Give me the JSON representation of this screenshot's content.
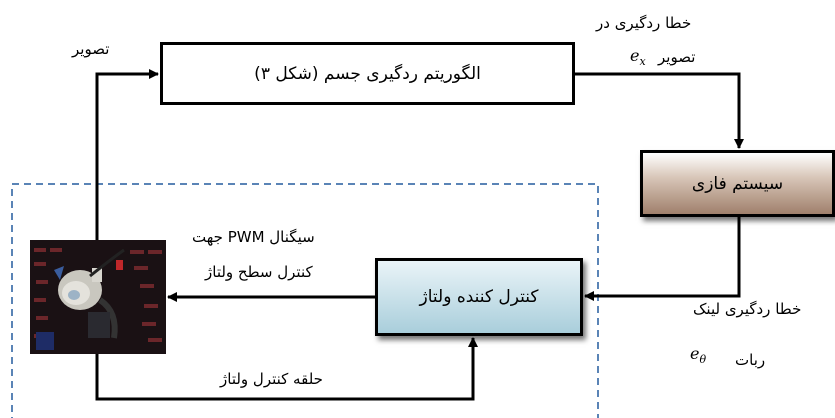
{
  "boxes": {
    "tracking_algorithm": "الگوریتم ردگیری جسم (شکل ۳)",
    "fuzzy_system": "سیستم فازی",
    "voltage_controller": "کنترل کننده ولتاژ"
  },
  "labels": {
    "image": "تصویر",
    "image_error_line1": "خطا ردگیری در",
    "image_error_line2": "تصویر",
    "image_error_symbol": "e",
    "image_error_sub": "x",
    "link_error_line1": "خطا ردگیری لینک",
    "link_error_line2": "ربات",
    "link_error_symbol": "e",
    "link_error_sub": "θ",
    "pwm_line1": "سیگنال PWM جهت",
    "pwm_line2": "کنترل سطح ولتاژ",
    "voltage_loop": "حلقه کنترل ولتاژ"
  },
  "colors": {
    "dashed_border": "#5a84b6",
    "fuzzy_fill": "#a0806c",
    "controller_fill": "#a9cedb"
  }
}
